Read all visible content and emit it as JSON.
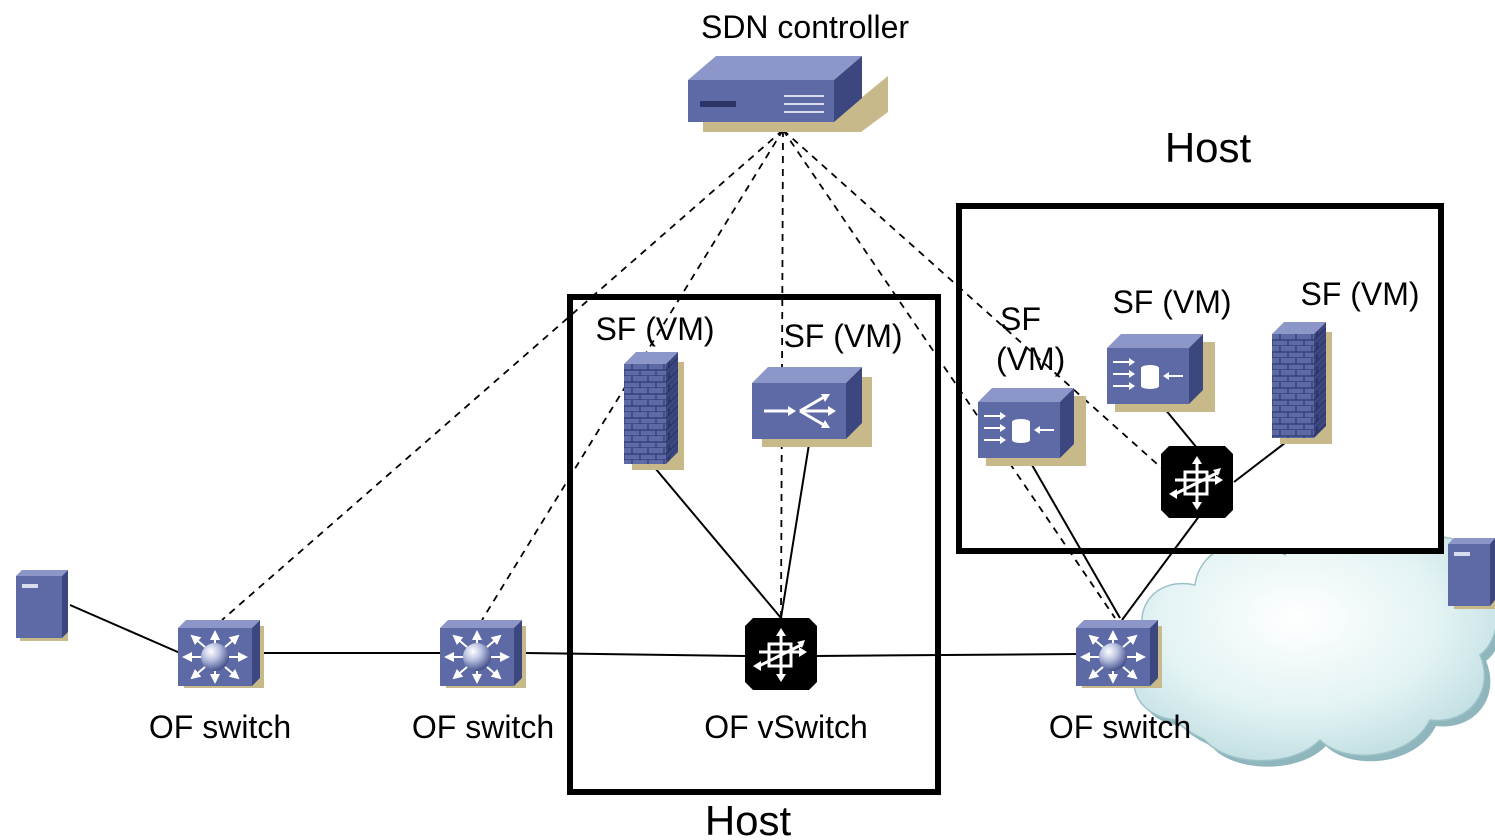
{
  "controller": {
    "label": "SDN controller"
  },
  "hosts": [
    {
      "label": "Host"
    },
    {
      "label": "Host"
    }
  ],
  "switches": [
    {
      "label": "OF switch"
    },
    {
      "label": "OF switch"
    },
    {
      "label": "OF switch"
    }
  ],
  "vswitch": {
    "label": "OF vSwitch"
  },
  "service_functions": [
    {
      "label": "SF (VM)",
      "icon": "firewall-icon"
    },
    {
      "label": "SF (VM)",
      "icon": "load-balancer-icon"
    },
    {
      "label_line1": "SF",
      "label_line2": "(VM)",
      "icon": "storage-appliance-icon"
    },
    {
      "label": "SF (VM)",
      "icon": "storage-appliance-icon"
    },
    {
      "label": "SF (VM)",
      "icon": "firewall-icon"
    }
  ],
  "icons": {
    "controller": "controller-appliance-icon",
    "switch": "of-switch-icon",
    "vswitch": "virtual-switch-icon",
    "server": "server-icon",
    "cloud": "cloud-icon"
  },
  "colors": {
    "device_front": "#5d6aa6",
    "device_top": "#8c96c8",
    "device_side": "#3c4780",
    "shadow": "#c8b98a",
    "vswitch": "#000000",
    "cloud": "#d6eef0"
  }
}
